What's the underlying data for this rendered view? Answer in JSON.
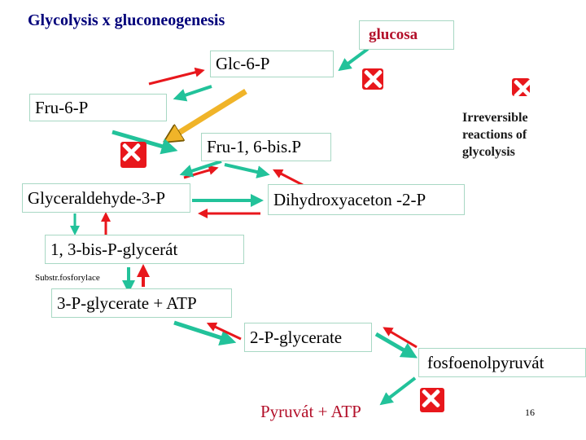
{
  "title": "Glycolysis x gluconeogenesis",
  "nodes": {
    "glucosa": "glucosa",
    "glc6p": "Glc-6-P",
    "fru6p": "Fru-6-P",
    "fru16bisp": "Fru-1, 6-bis.P",
    "glyceraldehyde3p": "Glyceraldehyde-3-P",
    "dihydroxyaceton": "Dihydroxyaceton -2-P",
    "bisPglycerat": "1, 3-bis-P-glycerát",
    "pglycerate3": "3-P-glycerate + ATP",
    "pglycerate2": "2-P-glycerate",
    "fosfoenolpyruvat": "fosfoenolpyruvát",
    "pyruvat": "Pyruvát + ATP"
  },
  "labels": {
    "substrate_phosphorylation": "Substr.fosforylace",
    "note_lines": [
      "Irreversible",
      "reactions of",
      "glycolysis"
    ]
  },
  "page_number": "16",
  "icons": {
    "irreversible_marker": "red-x-icon",
    "glycolysis_arrow": "green-arrow-icon",
    "gluconeogenesis_arrow": "red-arrow-icon",
    "bypass_arrow": "orange-arrow-icon"
  },
  "colors": {
    "title": "#00007a",
    "glucosa": "#b3102a",
    "pyruvat": "#b3102a",
    "glycolysis_arrow": "#22c29a",
    "gluconeogenesis_arrow": "#e8171c",
    "bypass_arrow": "#f0b429",
    "box_border": "#a8d8c4"
  }
}
